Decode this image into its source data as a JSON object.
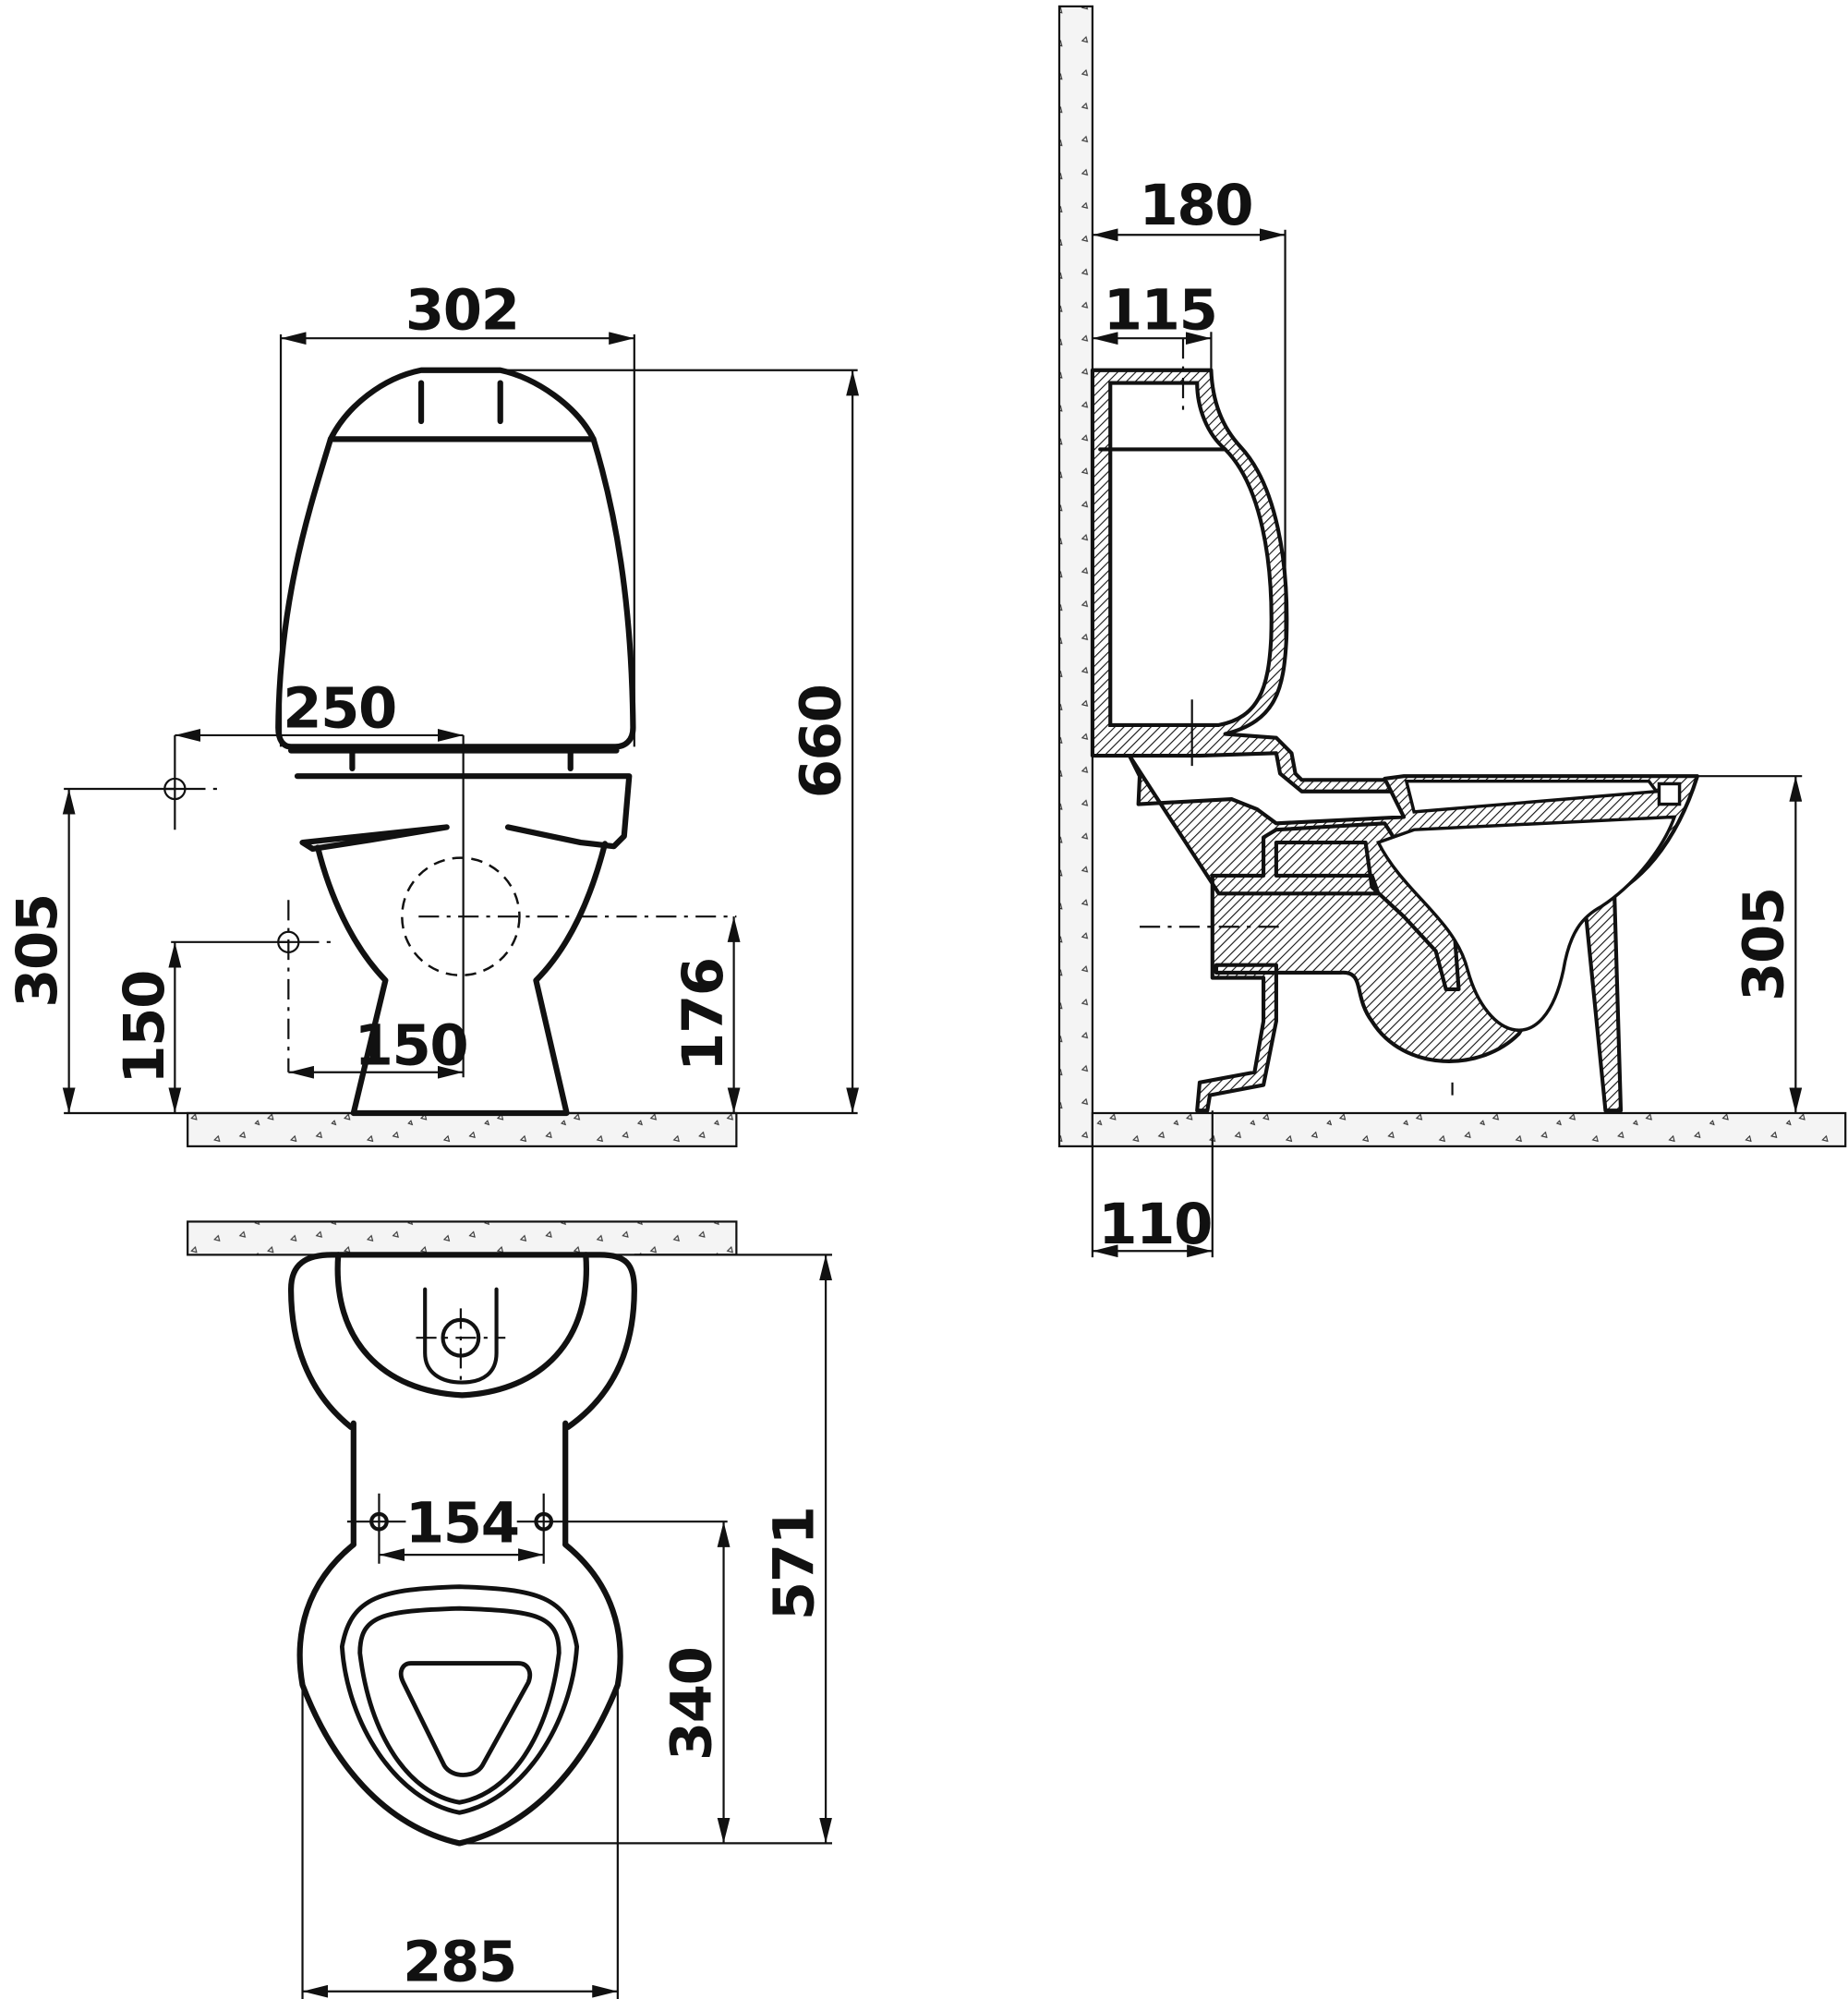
{
  "drawing": {
    "type": "technical dimension drawing",
    "subject": "close-coupled toilet with cistern",
    "units": "mm",
    "views": {
      "front": {
        "label": "front-view",
        "dimensions": {
          "overall_width": "302",
          "overall_height": "660",
          "water_inlet_offset": "250",
          "water_inlet_height": "305",
          "outlet_side_offset": "150",
          "outlet_side_height": "150",
          "outlet_center_height": "176"
        }
      },
      "side": {
        "label": "side-section-view",
        "dimensions": {
          "cistern_depth": "180",
          "cistern_inlet_offset": "115",
          "bowl_rim_height": "305",
          "outlet_wall_offset": "110"
        }
      },
      "top": {
        "label": "top-view",
        "dimensions": {
          "fixing_holes_spacing": "154",
          "overall_length": "571",
          "fixing_to_front": "340",
          "bowl_width": "285"
        }
      }
    },
    "colors": {
      "line": "#111111",
      "background": "#ffffff",
      "floor_fill": "#f4f4f4"
    }
  }
}
